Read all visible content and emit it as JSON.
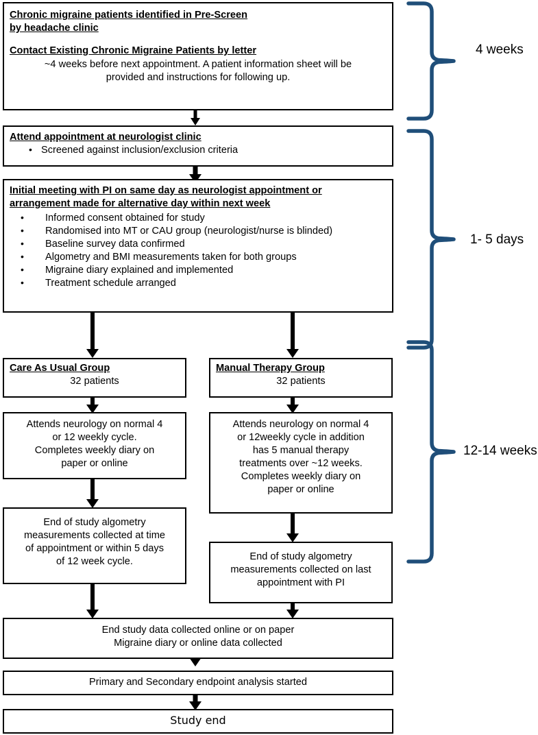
{
  "diagram": {
    "title": "Chronic migraine manual therapy trial flow diagram",
    "colors": {
      "box_border": "#000000",
      "box_fill": "#ffffff",
      "arrow": "#000000",
      "brace": "#1F4E79",
      "text": "#000000",
      "background": "#ffffff"
    }
  },
  "nodes": {
    "prescreen": {
      "heading_1": "Chronic migraine patients identified in Pre-Screen",
      "heading_2": "by headache clinic",
      "heading_3": "Contact Existing Chronic Migraine Patients by letter",
      "body_1": "~4 weeks before next appointment. A patient information sheet will be",
      "body_2": "provided and instructions for following up."
    },
    "neurologist_appointment": {
      "heading": "Attend appointment at neurologist clinic",
      "bullets": [
        "Screened against inclusion/exclusion criteria"
      ]
    },
    "initial_meeting": {
      "heading_1": "Initial meeting with PI on same day as neurologist appointment or",
      "heading_2": "arrangement made for alternative day within next week",
      "bullets": [
        "Informed consent  obtained for study",
        "Randomised into MT or CAU group (neurologist/nurse is blinded)",
        "Baseline survey data confirmed",
        "Algometry and BMI measurements taken for both groups",
        "Migraine diary explained and implemented",
        "Treatment schedule arranged"
      ]
    },
    "cau_group": {
      "heading": "Care As Usual Group",
      "subtitle": "32 patients"
    },
    "mt_group": {
      "heading": "Manual Therapy Group",
      "subtitle": "32 patients"
    },
    "cau_followup": {
      "lines": [
        "Attends neurology on normal 4",
        "or 12 weekly cycle.",
        "Completes weekly diary on",
        "paper or online"
      ]
    },
    "mt_followup": {
      "lines": [
        "Attends neurology on normal 4",
        "or 12weekly cycle in addition",
        "has 5 manual therapy",
        "treatments over ~12 weeks.",
        "Completes weekly diary on",
        "paper or online"
      ]
    },
    "cau_end_algometry": {
      "lines": [
        "End of study algometry",
        "measurements collected at time",
        "of appointment or within 5 days",
        "of 12 week cycle."
      ]
    },
    "mt_end_algometry": {
      "lines": [
        "End of study algometry",
        "measurements collected on last",
        "appointment with PI"
      ]
    },
    "end_study_data": {
      "lines": [
        "End  study data collected online or on paper",
        "Migraine diary or online data collected"
      ]
    },
    "endpoint_analysis": {
      "text": "Primary and Secondary endpoint analysis started"
    },
    "study_end": {
      "text": "Study end"
    }
  },
  "timeline": {
    "brackets": [
      {
        "label": "4 weeks"
      },
      {
        "label": "1- 5 days"
      },
      {
        "label": "12-14 weeks"
      }
    ]
  }
}
